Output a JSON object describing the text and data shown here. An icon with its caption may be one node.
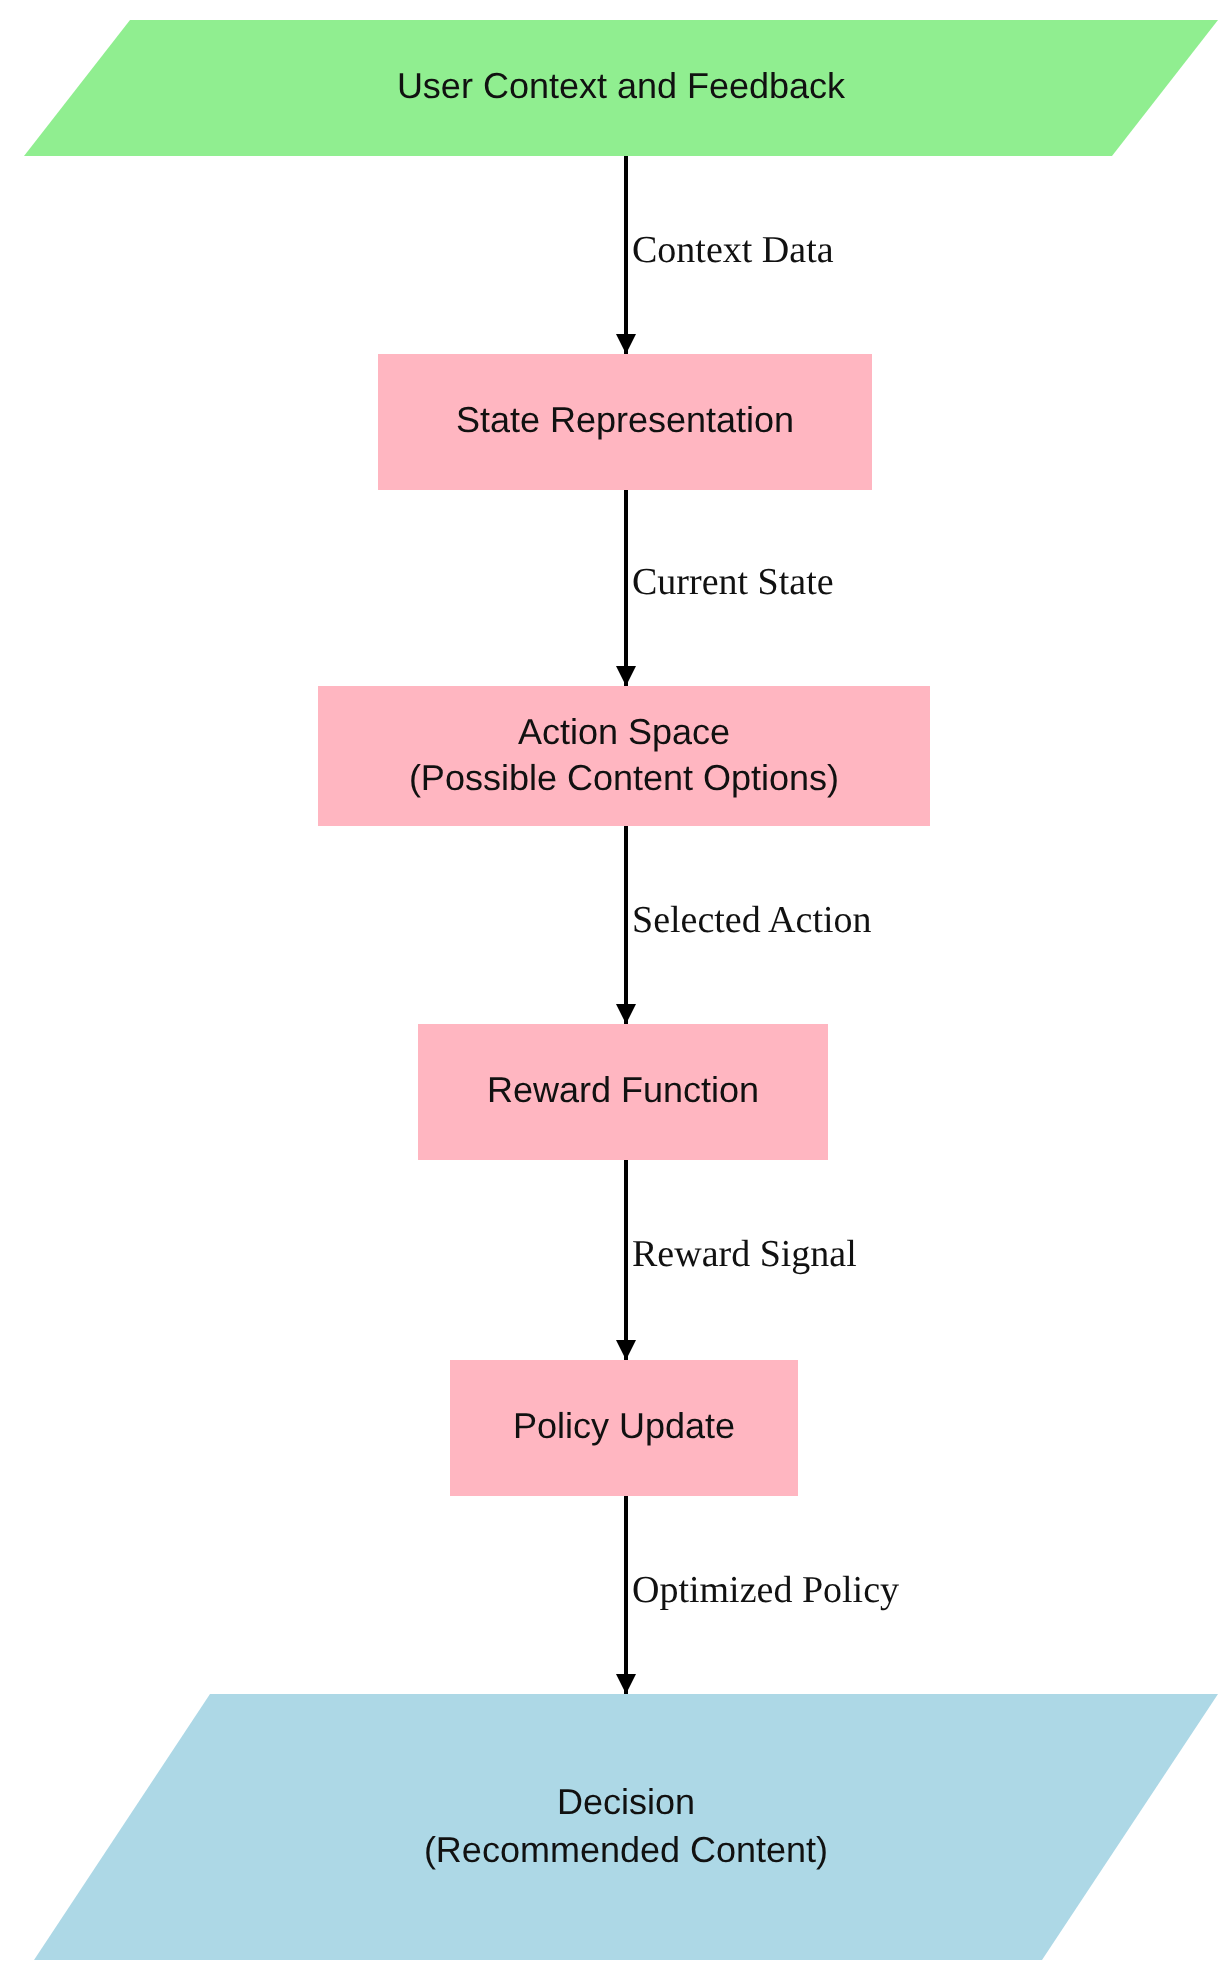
{
  "diagram": {
    "nodes": [
      {
        "text": [
          "User Context and Feedback"
        ]
      },
      {
        "text": [
          "State Representation"
        ]
      },
      {
        "text": [
          "Action Space (Possible Content Options)"
        ]
      },
      {
        "text": [
          "Reward Function"
        ]
      },
      {
        "text": [
          "Policy Update"
        ]
      },
      {
        "text": [
          "Decision (Recommended Content)"
        ]
      }
    ],
    "edges": [
      {
        "from": 0,
        "to": 1,
        "arrow": "to",
        "label": "Context Data"
      },
      {
        "from": 1,
        "to": 2,
        "arrow": "to",
        "label": "Current State"
      },
      {
        "from": 2,
        "to": 3,
        "arrow": "to",
        "label": "Selected Action"
      },
      {
        "from": 3,
        "to": 4,
        "arrow": "to",
        "label": "Reward Signal"
      },
      {
        "from": 4,
        "to": 5,
        "arrow": "to",
        "label": "Optimized Policy"
      }
    ]
  }
}
